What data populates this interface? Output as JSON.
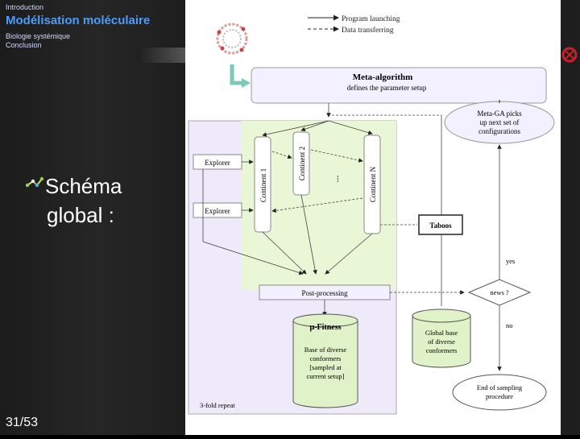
{
  "nav": {
    "intro": "Introduction",
    "title": "Modélisation moléculaire",
    "bio": "Biologie systémique",
    "conclusion": "Conclusion"
  },
  "bullet": {
    "line1": "Schéma",
    "line2": "global :",
    "icon": "molecule-icon"
  },
  "page_number": "31/53",
  "diagram": {
    "legend": {
      "launch": "Program launching",
      "feed": "Data transferring"
    },
    "meta_algorithm": {
      "title": "Meta-algorithm",
      "sub": "defines the parameter setup"
    },
    "meta_ga": [
      "Meta-GA picks",
      "up next set of",
      "configurations"
    ],
    "explorer1": "Explorer",
    "explorer2": "Explorer",
    "continent1": "Continent 1",
    "continent2": "Continent 2",
    "continentN": "Continent N",
    "dots": "...",
    "taboos": "Taboos",
    "post_processing": "Post-processing",
    "mu_fitness": "μ-Fitness",
    "base_conf": [
      "Base of diverse",
      "conformers",
      "[sampled at",
      "current setup]"
    ],
    "global_base": [
      "Global base",
      "of diverse",
      "conformers"
    ],
    "news": "news ?",
    "yes": "yes",
    "no": "no",
    "end": [
      "End of sampling",
      "procedure"
    ],
    "repeat": "3-fold repeat"
  },
  "colors": {
    "accent_blue": "#4a9dff",
    "panel_lavender": "#eeeafa",
    "box_lavender": "#f3f0ff",
    "inner_green": "#eaf7d6",
    "cylinder_green": "#dff2c8",
    "logo_red": "#c8202a"
  }
}
